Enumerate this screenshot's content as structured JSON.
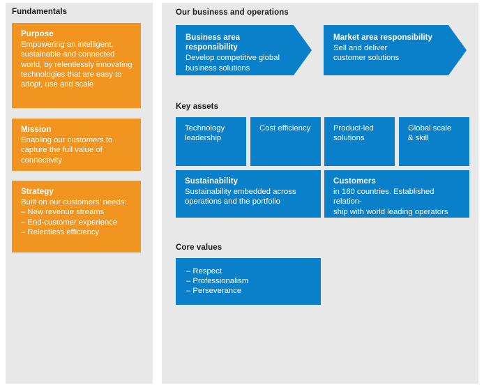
{
  "colors": {
    "panel_bg": "#e8e8e8",
    "page_bg": "#ffffff",
    "orange": "#f29420",
    "blue": "#0b80ca",
    "title_text": "#1a1a1a",
    "card_text": "#ffffff"
  },
  "left_panel": {
    "title": "Fundamentals",
    "cards": [
      {
        "name": "purpose",
        "title": "Purpose",
        "body": "Empowering an intelligent,\nsustainable and connected\nworld, by relentlessly innovating\ntechnologies that are easy to\nadopt, use and scale"
      },
      {
        "name": "mission",
        "title": "Mission",
        "body": "Enabling our customers to\ncapture the full value of\nconnectivity"
      },
      {
        "name": "strategy",
        "title": "Strategy",
        "body": "Built on our customers’ needs:\n– New revenue streams\n– End-customer experience\n– Relentless efficiency"
      }
    ]
  },
  "right_panel": {
    "business": {
      "title": "Our business and operations",
      "arrows": [
        {
          "name": "business-area-responsibility",
          "title": "Business area responsibility",
          "body": "Develop competitive global\nbusiness solutions"
        },
        {
          "name": "market-area-responsibility",
          "title": "Market area responsibility",
          "body": "Sell and deliver\ncustomer solutions"
        }
      ]
    },
    "key_assets": {
      "title": "Key assets",
      "tiles": [
        {
          "name": "technology-leadership",
          "body": "Technology\nleadership"
        },
        {
          "name": "cost-efficiency",
          "body": "Cost efficiency"
        },
        {
          "name": "product-led-solutions",
          "body": "Product-led\nsolutions"
        },
        {
          "name": "global-scale-skill",
          "body": "Global scale\n& skill"
        }
      ],
      "wide_tiles": [
        {
          "name": "sustainability",
          "title": "Sustainability",
          "body": "Sustainability embedded across\noperations and the portfolio"
        },
        {
          "name": "customers",
          "title": "Customers",
          "body": "in 180 countries. Established relation-\nship with world leading operators"
        }
      ]
    },
    "core_values": {
      "title": "Core values",
      "body": "– Respect\n– Professionalism\n– Perseverance"
    }
  }
}
